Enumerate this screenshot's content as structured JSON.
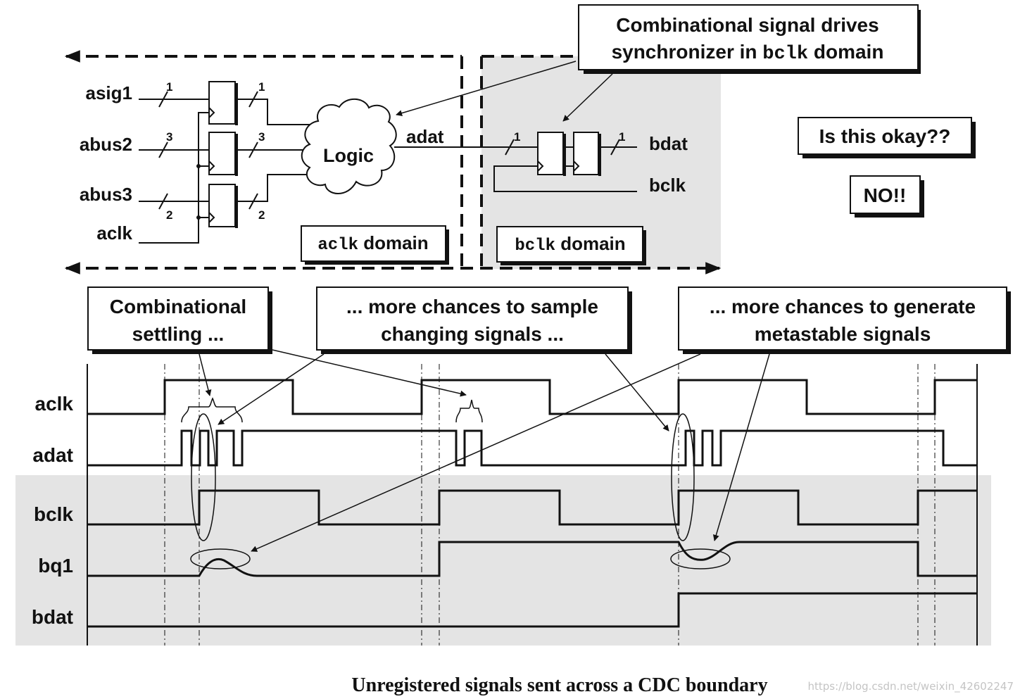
{
  "schematic": {
    "inputs": [
      "asig1",
      "abus2",
      "abus3",
      "aclk"
    ],
    "input_widths": [
      "1",
      "3",
      "2"
    ],
    "ff_out_widths": [
      "1",
      "3",
      "2"
    ],
    "logic_label": "Logic",
    "adat_label": "adat",
    "sync_in_width": "1",
    "sync_out_width": "1",
    "bdat_label": "bdat",
    "bclk_label": "bclk",
    "aclk_domain": {
      "mono": "aclk",
      "text": " domain"
    },
    "bclk_domain": {
      "mono": "bclk",
      "text": " domain"
    }
  },
  "callouts": {
    "top": {
      "line1": "Combinational signal drives",
      "line2_pre": "synchronizer in ",
      "line2_mono": "bclk",
      "line2_post": " domain"
    },
    "question": "Is this okay??",
    "answer": "NO!!",
    "c1": {
      "line1": "Combinational",
      "line2": "settling ..."
    },
    "c2": {
      "line1": "... more chances to sample",
      "line2": "changing signals ..."
    },
    "c3": {
      "line1": "... more chances to generate",
      "line2": "metastable signals"
    }
  },
  "waveforms": {
    "labels": [
      "aclk",
      "adat",
      "bclk",
      "bq1",
      "bdat"
    ]
  },
  "caption": "Unregistered signals sent across a CDC boundary",
  "watermark": "https://blog.csdn.net/weixin_42602247",
  "colors": {
    "shade": "#e4e4e4",
    "ink": "#111111"
  }
}
